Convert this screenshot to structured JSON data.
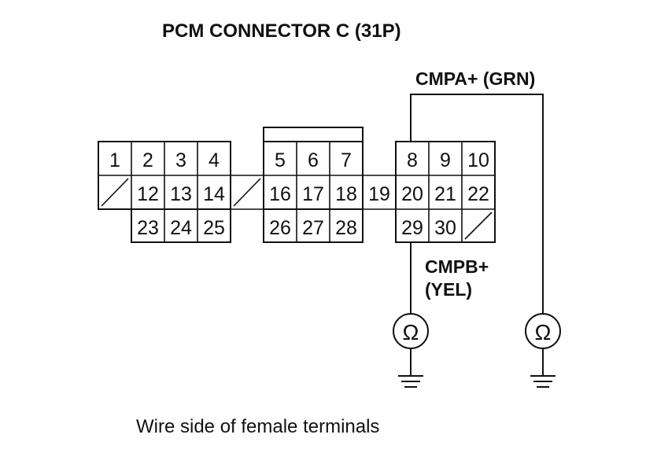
{
  "title": "PCM CONNECTOR C (31P)",
  "caption": "Wire side of female terminals",
  "connector": {
    "block1": {
      "row1": [
        "1",
        "2",
        "3",
        "4"
      ],
      "row2": [
        "",
        "12",
        "13",
        "14"
      ],
      "row3": [
        "23",
        "24",
        "25"
      ]
    },
    "middle_pin": "19",
    "block2": {
      "row1": [
        "5",
        "6",
        "7"
      ],
      "row2": [
        "16",
        "17",
        "18"
      ],
      "row3": [
        "26",
        "27",
        "28"
      ]
    },
    "block3": {
      "row1": [
        "8",
        "9",
        "10"
      ],
      "row2": [
        "20",
        "21",
        "22"
      ],
      "row3": [
        "29",
        "30",
        ""
      ]
    }
  },
  "wires": {
    "cmpa": "CMPA+ (GRN)",
    "cmpb_line1": "CMPB+",
    "cmpb_line2": "(YEL)"
  },
  "meters": [
    {
      "name": "ohmmeter",
      "symbol": "Ω",
      "icon": "ohmmeter-icon"
    },
    {
      "name": "ohmmeter",
      "symbol": "Ω",
      "icon": "ohmmeter-icon"
    }
  ],
  "grounds": [
    "ground-icon",
    "ground-icon"
  ]
}
